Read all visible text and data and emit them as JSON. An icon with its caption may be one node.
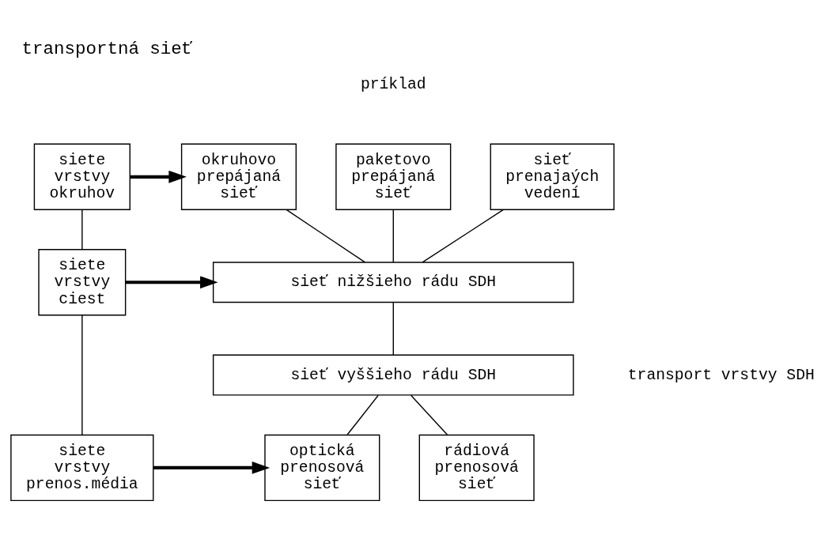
{
  "diagram": {
    "title": "transportná sieť",
    "nodes": [
      {
        "text": [
          "siete vrstvy okruhov"
        ]
      },
      {
        "text": [
          "okruhovo prepájaná sieť"
        ]
      },
      {
        "text": [
          "paketovo prepájaná sieť"
        ]
      },
      {
        "text": [
          "sieť prenajaých vedení"
        ]
      },
      {
        "text": [
          "siete vrstvy ciest"
        ]
      },
      {
        "text": [
          "sieť nižšieho rádu SDH"
        ]
      },
      {
        "text": [
          "sieť vyššieho rádu SDH"
        ]
      },
      {
        "text": [
          "siete vrstvy prenos.média"
        ]
      },
      {
        "text": [
          "optická prenosová sieť"
        ]
      },
      {
        "text": [
          "rádiová prenosová sieť"
        ]
      }
    ],
    "edges": [
      {
        "from": 0,
        "to": 1,
        "arrow": "to",
        "style": "thick"
      },
      {
        "from": 0,
        "to": 4,
        "arrow": "none"
      },
      {
        "from": 1,
        "to": 5,
        "arrow": "none"
      },
      {
        "from": 2,
        "to": 5,
        "arrow": "none"
      },
      {
        "from": 3,
        "to": 5,
        "arrow": "none"
      },
      {
        "from": 4,
        "to": 5,
        "arrow": "to",
        "style": "thick"
      },
      {
        "from": 5,
        "to": 6,
        "arrow": "none"
      },
      {
        "from": 4,
        "to": 7,
        "arrow": "none"
      },
      {
        "from": 6,
        "to": 8,
        "arrow": "none"
      },
      {
        "from": 6,
        "to": 9,
        "arrow": "none"
      },
      {
        "from": 7,
        "to": 8,
        "arrow": "to",
        "style": "thick"
      }
    ],
    "labels": [
      "príklad",
      "transport vrstvy SDH"
    ]
  }
}
